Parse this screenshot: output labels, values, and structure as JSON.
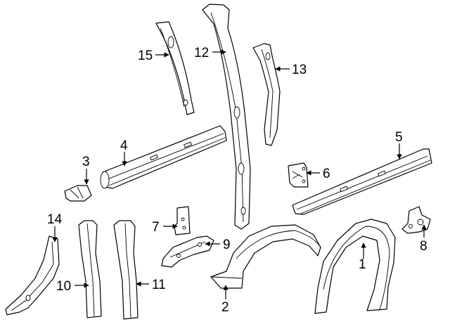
{
  "callouts": [
    {
      "id": "p1",
      "label": "1"
    },
    {
      "id": "p2",
      "label": "2"
    },
    {
      "id": "p3",
      "label": "3"
    },
    {
      "id": "p4",
      "label": "4"
    },
    {
      "id": "p5",
      "label": "5"
    },
    {
      "id": "p6",
      "label": "6"
    },
    {
      "id": "p7",
      "label": "7"
    },
    {
      "id": "p8",
      "label": "8"
    },
    {
      "id": "p9",
      "label": "9"
    },
    {
      "id": "p10",
      "label": "10"
    },
    {
      "id": "p11",
      "label": "11"
    },
    {
      "id": "p12",
      "label": "12"
    },
    {
      "id": "p13",
      "label": "13"
    },
    {
      "id": "p14",
      "label": "14"
    },
    {
      "id": "p15",
      "label": "15"
    }
  ]
}
